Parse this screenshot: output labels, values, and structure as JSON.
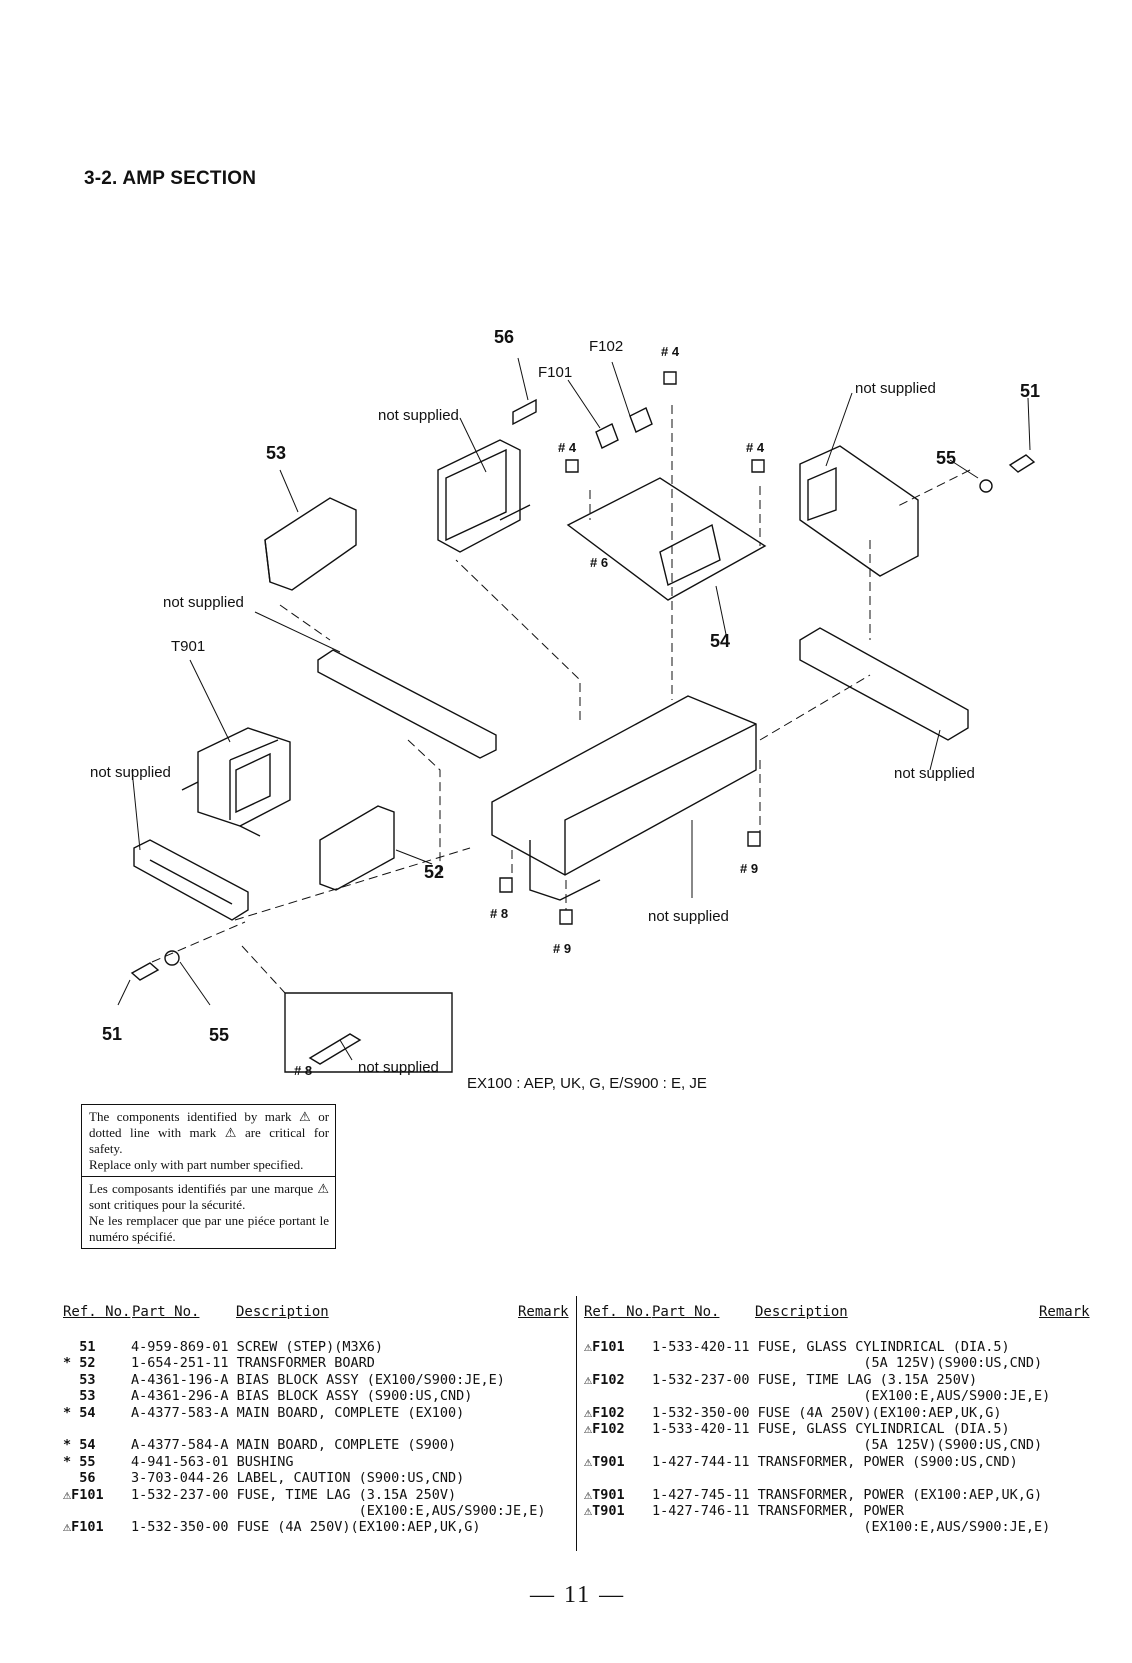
{
  "section_title": "3-2.  AMP SECTION",
  "diagram": {
    "labels": {
      "n56": "56",
      "f102": "F102",
      "h4a": "# 4",
      "f101": "F101",
      "ns1": "not supplied",
      "ns2": "not supplied",
      "n51a": "51",
      "h4b": "# 4",
      "h4c": "# 4",
      "n53": "53",
      "n55a": "55",
      "h6": "# 6",
      "ns3": "not supplied",
      "t901": "T901",
      "n54": "54",
      "ns4": "not supplied",
      "ns5": "not supplied",
      "n52": "52",
      "h9a": "# 9",
      "h8a": "# 8",
      "ns6": "not supplied",
      "h9b": "# 9",
      "n51b": "51",
      "n55b": "55",
      "h8b": "# 8",
      "ns7": "not supplied",
      "variant": "EX100 : AEP, UK, G, E/S900 : E, JE"
    }
  },
  "safety_box": {
    "en_1": "The components identified by mark",
    "en_2": "or dotted line with mark",
    "en_3": "are critical for safety.",
    "en_4": "Replace only with part number specified.",
    "fr_1": "Les composants identifiés par une marque",
    "fr_2": "sont critiques pour la sécurité.",
    "fr_3": "Ne les remplacer que par une piéce portant le numéro spécifié."
  },
  "parts_table": {
    "headers": {
      "ref": "Ref. No.",
      "part": "Part No.",
      "desc": "Description",
      "remark": "Remark"
    },
    "left_rows": [
      {
        "ref": "  51",
        "text": "4-959-869-01 SCREW (STEP)(M3X6)"
      },
      {
        "ref": "* 52",
        "text": "1-654-251-11 TRANSFORMER BOARD"
      },
      {
        "ref": "  53",
        "text": "A-4361-196-A BIAS BLOCK ASSY (EX100/S900:JE,E)"
      },
      {
        "ref": "  53",
        "text": "A-4361-296-A BIAS BLOCK ASSY (S900:US,CND)"
      },
      {
        "ref": "* 54",
        "text": "A-4377-583-A MAIN BOARD, COMPLETE (EX100)"
      },
      {
        "ref": "",
        "text": ""
      },
      {
        "ref": "* 54",
        "text": "A-4377-584-A MAIN BOARD, COMPLETE (S900)"
      },
      {
        "ref": "* 55",
        "text": "4-941-563-01 BUSHING"
      },
      {
        "ref": "  56",
        "text": "3-703-044-26 LABEL, CAUTION (S900:US,CND)"
      },
      {
        "ref": "⚠F101",
        "text": "1-532-237-00 FUSE, TIME LAG (3.15A 250V)"
      },
      {
        "ref": "",
        "text": "                            (EX100:E,AUS/S900:JE,E)"
      },
      {
        "ref": "⚠F101",
        "text": "1-532-350-00 FUSE (4A 250V)(EX100:AEP,UK,G)"
      }
    ],
    "right_rows": [
      {
        "ref": "⚠F101",
        "text": "1-533-420-11 FUSE, GLASS CYLINDRICAL (DIA.5)"
      },
      {
        "ref": "",
        "text": "                          (5A 125V)(S900:US,CND)"
      },
      {
        "ref": "⚠F102",
        "text": "1-532-237-00 FUSE, TIME LAG (3.15A 250V)"
      },
      {
        "ref": "",
        "text": "                          (EX100:E,AUS/S900:JE,E)"
      },
      {
        "ref": "⚠F102",
        "text": "1-532-350-00 FUSE (4A 250V)(EX100:AEP,UK,G)"
      },
      {
        "ref": "⚠F102",
        "text": "1-533-420-11 FUSE, GLASS CYLINDRICAL (DIA.5)"
      },
      {
        "ref": "",
        "text": "                          (5A 125V)(S900:US,CND)"
      },
      {
        "ref": "⚠T901",
        "text": "1-427-744-11 TRANSFORMER, POWER (S900:US,CND)"
      },
      {
        "ref": "",
        "text": ""
      },
      {
        "ref": "⚠T901",
        "text": "1-427-745-11 TRANSFORMER, POWER (EX100:AEP,UK,G)"
      },
      {
        "ref": "⚠T901",
        "text": "1-427-746-11 TRANSFORMER, POWER"
      },
      {
        "ref": "",
        "text": "                          (EX100:E,AUS/S900:JE,E)"
      }
    ]
  },
  "page_number": "— 11 —"
}
